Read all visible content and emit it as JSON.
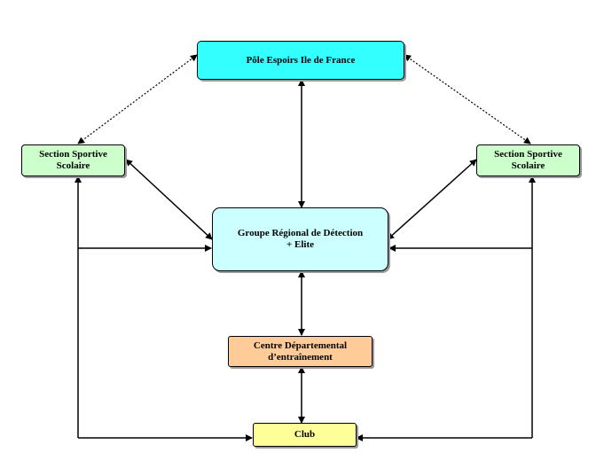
{
  "colors": {
    "pole": "#33ffff",
    "section": "#ccffcc",
    "groupe": "#ccffff",
    "centre": "#ffcc99",
    "club": "#ffff99"
  },
  "nodes": {
    "pole": "Pôle Espoirs Ile de France",
    "section_left": "Section Sportive\nScolaire",
    "section_right": "Section Sportive\nScolaire",
    "groupe": "Groupe Régional de Détection\n+ Elite",
    "centre": "Centre Départemental\nd’entraînement",
    "club": "Club"
  }
}
